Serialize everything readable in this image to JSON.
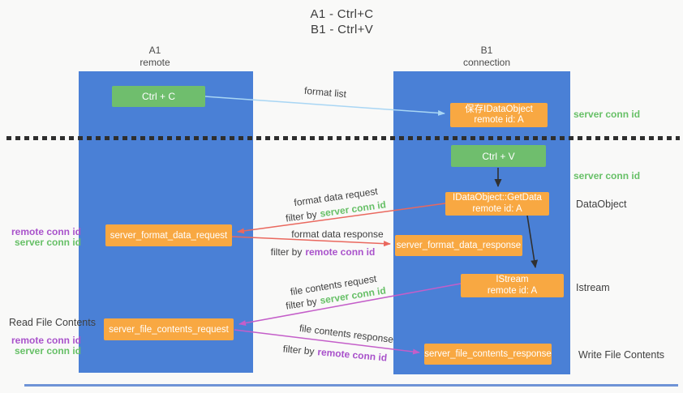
{
  "title": {
    "line1": "A1 - Ctrl+C",
    "line2": "B1 - Ctrl+V"
  },
  "columns": {
    "a1": {
      "name": "A1",
      "role": "remote"
    },
    "b1": {
      "name": "B1",
      "role": "connection"
    }
  },
  "nodes": {
    "ctrl_c": {
      "label": "Ctrl + C"
    },
    "ctrl_v": {
      "label": "Ctrl + V"
    },
    "save_dataobject": {
      "line1": "保存IDataObject",
      "line2": "remote id: A"
    },
    "getdata": {
      "line1": "IDataObject::GetData",
      "line2": "remote id: A"
    },
    "istream": {
      "line1": "IStream",
      "line2": "remote id: A"
    },
    "format_request": {
      "label": "server_format_data_request"
    },
    "format_response": {
      "label": "server_format_data_response"
    },
    "file_request": {
      "label": "server_file_contents_request"
    },
    "file_response": {
      "label": "server_file_contents_response"
    }
  },
  "arrows": {
    "format_list": {
      "label": "format list"
    },
    "format_data_request": {
      "label": "format data request",
      "filter_prefix": "filter by",
      "filter_key": "server conn id"
    },
    "format_data_response": {
      "label": "format data response",
      "filter_prefix": "filter by",
      "filter_key": "remote conn id"
    },
    "file_contents_request": {
      "label": "file contents request",
      "filter_prefix": "filter by",
      "filter_key": "server conn id"
    },
    "file_contents_response": {
      "label": "file contents response",
      "filter_prefix": "filter by",
      "filter_key": "remote conn id"
    }
  },
  "side_labels": {
    "right": {
      "server_conn_id_top": "server conn id",
      "server_conn_id_mid": "server conn id",
      "dataobject": "DataObject",
      "istream": "Istream",
      "write_file_contents": "Write File Contents"
    },
    "left": {
      "remote_conn_id": "remote conn id",
      "server_conn_id": "server conn id",
      "read_file_contents": "Read File Contents"
    }
  },
  "colors": {
    "column_blue": "#4a80d6",
    "node_green": "#6fbe6d",
    "node_orange": "#f8a842",
    "arrow_red": "#ea685e",
    "arrow_magenta": "#c45ec9",
    "arrow_light_blue": "#a9d6f4",
    "text_green": "#67c067",
    "text_purple": "#a952cb"
  }
}
